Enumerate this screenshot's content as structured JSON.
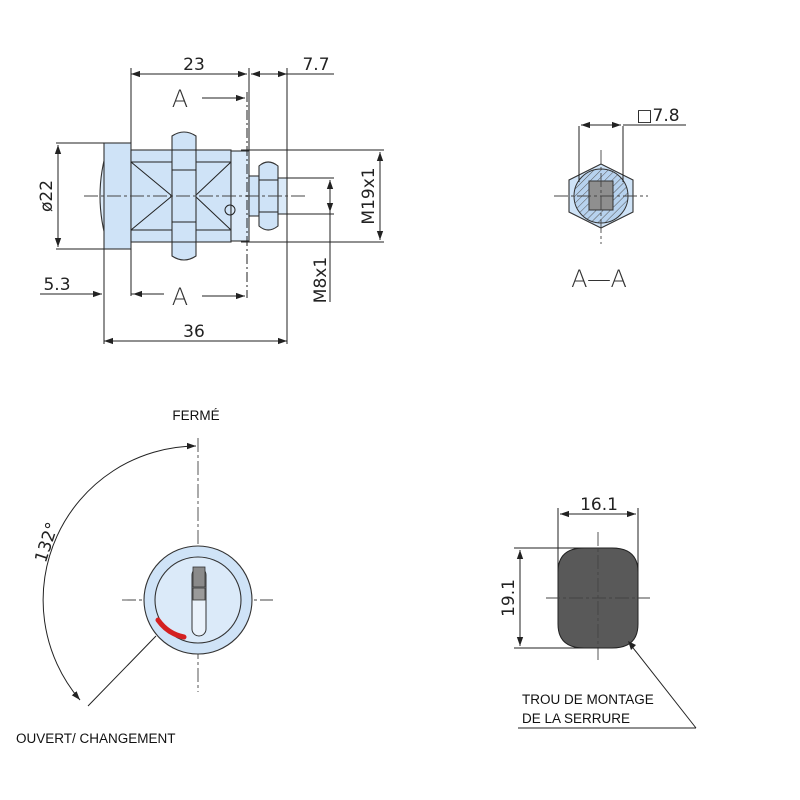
{
  "side_view": {
    "dim_width_body": "23",
    "dim_width_nut": "7.7",
    "dim_diameter": "ø22",
    "dim_thread_body": "M19x1",
    "dim_thread_tail": "M8x1",
    "dim_offset": "5.3",
    "dim_total": "36",
    "section_marker": "A"
  },
  "section_view": {
    "dim_square": "□7.8",
    "label": "A—A"
  },
  "front_view": {
    "label_closed": "FERMÉ",
    "label_open": "OUVERT/ CHANGEMENT",
    "angle": "132°"
  },
  "hole_view": {
    "dim_width": "16.1",
    "dim_height": "19.1",
    "caption_line1": "TROU DE MONTAGE",
    "caption_line2": "DE LA SERRURE"
  },
  "colors": {
    "part_fill": "#cfe3f7",
    "hole_fill": "#595959",
    "open_marker": "#d42020"
  }
}
